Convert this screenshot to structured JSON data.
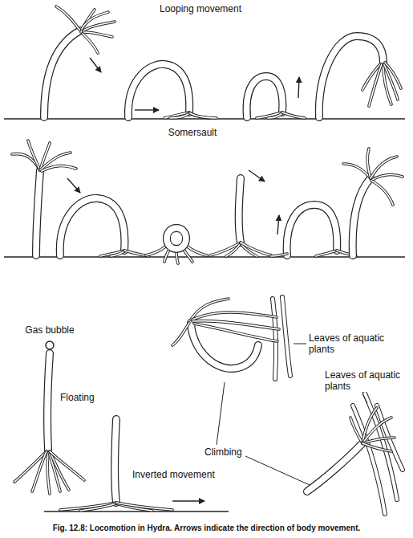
{
  "diagram": {
    "caption": "Fig. 12.8: Locomotion in Hydra. Arrows indicate the direction of body movement.",
    "labels": [
      "Looping movement",
      "Somersault",
      "Gas bubble",
      "Floating",
      "Leaves of aquatic plants",
      "Climbing",
      "Leaves of aquatic plants",
      "Inverted movement"
    ]
  }
}
